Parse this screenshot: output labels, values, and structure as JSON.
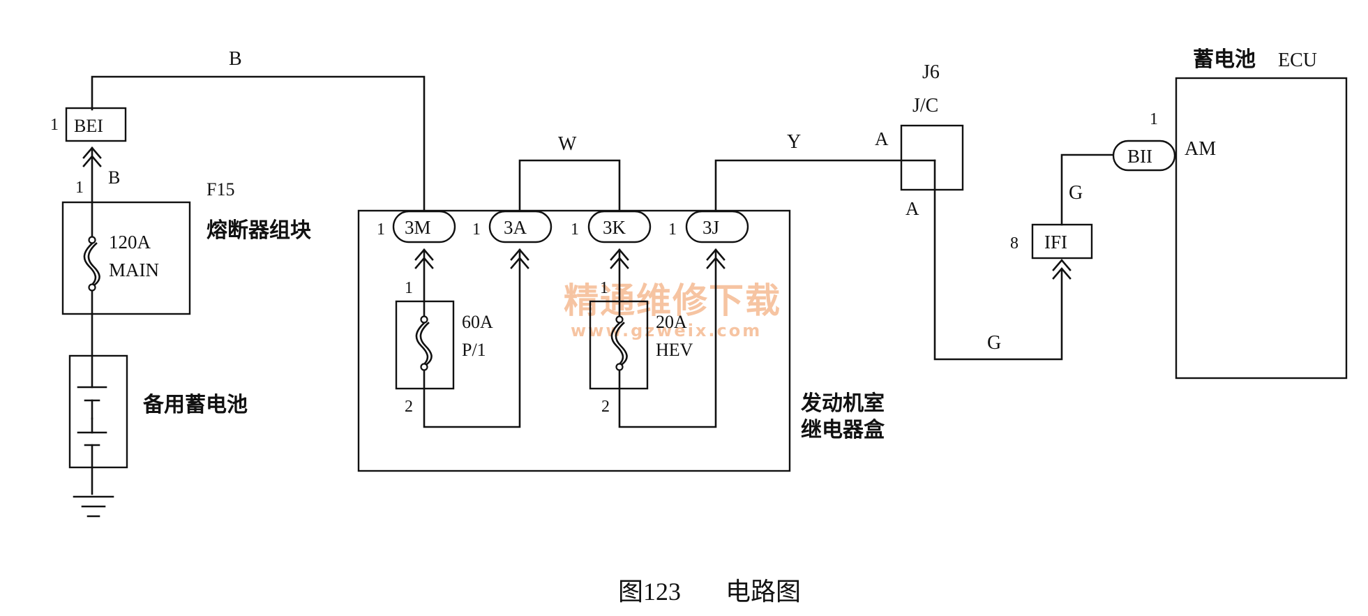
{
  "caption": {
    "figure_number": "图123",
    "title": "电路图"
  },
  "wires": {
    "b_top": "B",
    "b_lower": "B",
    "w": "W",
    "y": "Y",
    "g_bottom": "G",
    "g_right": "G"
  },
  "bei": {
    "label": "BEI",
    "pin": "1",
    "pin_below": "1"
  },
  "fuse_block": {
    "id": "F15",
    "name": "熔断器组块",
    "rating": "120A",
    "fuse_name": "MAIN"
  },
  "backup_battery": {
    "name": "备用蓄电池"
  },
  "relay_box": {
    "name_line1": "发动机室",
    "name_line2": "继电器盒",
    "connectors": [
      {
        "label": "3M",
        "pin": "1"
      },
      {
        "label": "3A",
        "pin": "1"
      },
      {
        "label": "3K",
        "pin": "1"
      },
      {
        "label": "3J",
        "pin": "1"
      }
    ],
    "fuse_p1": {
      "rating": "60A",
      "name": "P/1",
      "pin_top": "1",
      "pin_bottom": "2"
    },
    "fuse_hev": {
      "rating": "20A",
      "name": "HEV",
      "pin_top": "1",
      "pin_bottom": "2"
    }
  },
  "junction": {
    "id": "J6",
    "type": "J/C",
    "pin_in": "A",
    "pin_out": "A"
  },
  "ifi": {
    "label": "IFI",
    "pin": "8"
  },
  "ecu": {
    "title_cn": "蓄电池",
    "title_en": "ECU",
    "connector": "BII",
    "pin": "1",
    "terminal": "AM"
  },
  "watermark": {
    "text_cn": "精通维修下载",
    "url": "www.gzweix.com"
  },
  "colors": {
    "line": "#111111",
    "watermark": "#f4b183",
    "background": "#ffffff"
  }
}
